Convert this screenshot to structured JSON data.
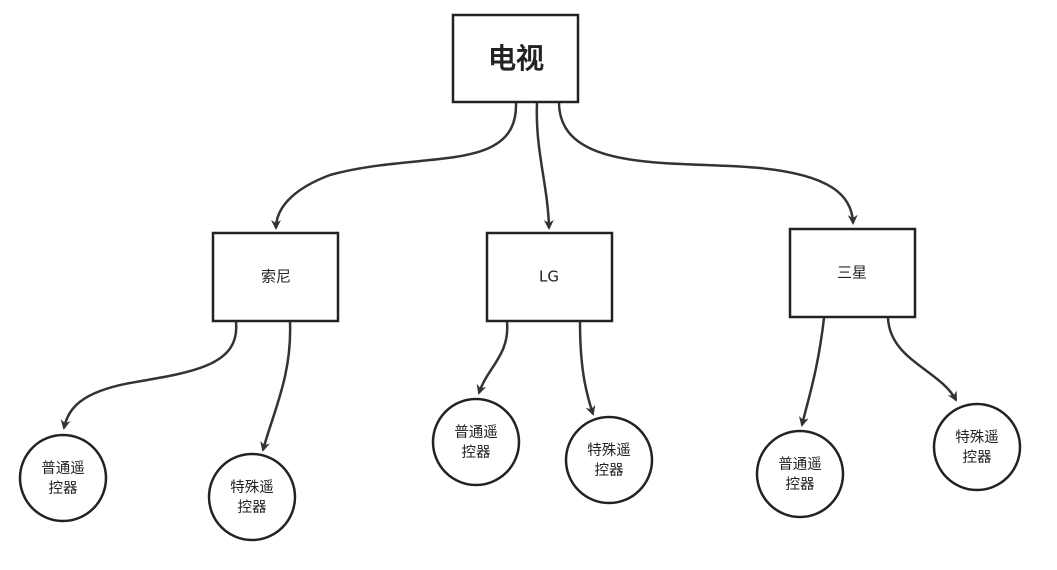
{
  "diagram": {
    "root": {
      "label": "电视"
    },
    "brands": [
      {
        "label": "索尼",
        "children": [
          {
            "line1": "普通遥",
            "line2": "控器"
          },
          {
            "line1": "特殊遥",
            "line2": "控器"
          }
        ]
      },
      {
        "label": "LG",
        "children": [
          {
            "line1": "普通遥",
            "line2": "控器"
          },
          {
            "line1": "特殊遥",
            "line2": "控器"
          }
        ]
      },
      {
        "label": "三星",
        "children": [
          {
            "line1": "普通遥",
            "line2": "控器"
          },
          {
            "line1": "特殊遥",
            "line2": "控器"
          }
        ]
      }
    ]
  }
}
